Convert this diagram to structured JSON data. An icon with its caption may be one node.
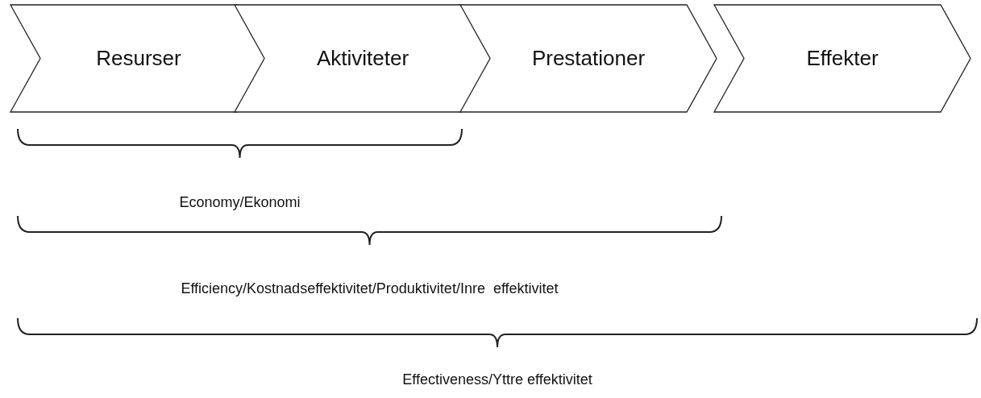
{
  "diagram": {
    "nodes": [
      {
        "text": [
          "Resurser"
        ]
      },
      {
        "text": [
          "Aktiviteter"
        ]
      },
      {
        "text": [
          "Prestationer"
        ]
      },
      {
        "text": [
          "Effekter"
        ]
      }
    ],
    "labels": [
      "Economy/Ekonomi",
      "Efficiency/Kostnadseffektivitet/Produktivitet/Inre  effektivitet",
      "Effectiveness/Yttre effektivitet"
    ]
  }
}
